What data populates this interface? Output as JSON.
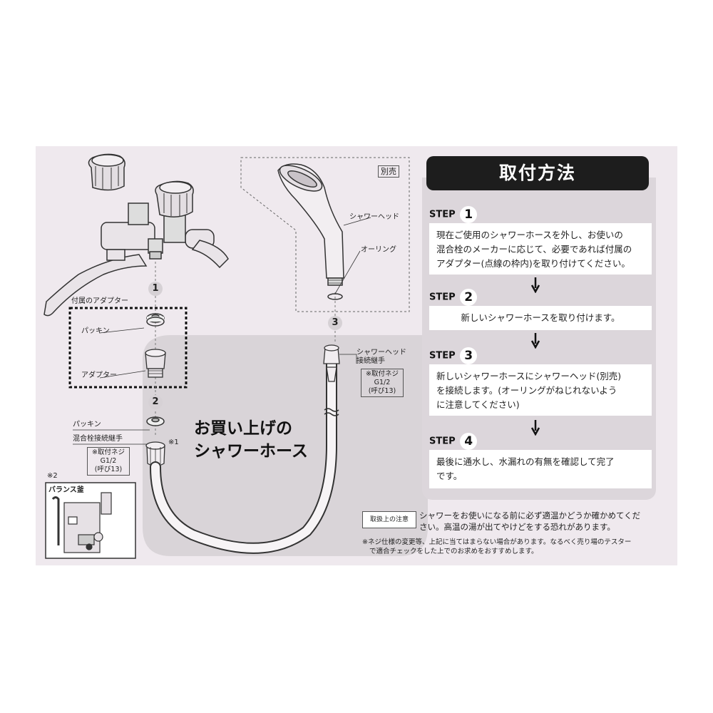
{
  "diagram": {
    "num1": "1",
    "num2": "2",
    "num3": "3",
    "adapter_set_label": "付属のアダプター",
    "packing_label_1": "パッキン",
    "adapter_label": "アダプター",
    "packing_label_2": "パッキン",
    "mixer_joint_label": "混合栓接続継手",
    "mixer_spec": [
      "※取付ネジ",
      "G1/2",
      "(呼び13)"
    ],
    "note_mark_1": "※1",
    "note_mark_2": "※2",
    "balance_label": "バランス釜",
    "sold_separately": "別売",
    "shower_head_label": "シャワーヘッド",
    "oring_label": "オーリング",
    "head_joint_label": [
      "シャワーヘッド",
      "接続継手"
    ],
    "head_spec": [
      "※取付ネジ",
      "G1/2",
      "(呼び13)"
    ],
    "hose_title": [
      "お買い上げの",
      "シャワーホース"
    ]
  },
  "steps_panel": {
    "title": "取付方法",
    "steps": [
      {
        "label": "STEP",
        "number": "1",
        "lines": [
          "現在ご使用のシャワーホースを外し、お使いの",
          "混合栓のメーカーに応じて、必要であれば付属の",
          "アダプター(点線の枠内)を取り付けてください。"
        ]
      },
      {
        "label": "STEP",
        "number": "2",
        "lines": [
          "新しいシャワーホースを取り付けます。"
        ]
      },
      {
        "label": "STEP",
        "number": "3",
        "lines": [
          "新しいシャワーホースにシャワーヘッド(別売)",
          "を接続します。(オーリングがねじれないよう",
          "に注意してください)"
        ]
      },
      {
        "label": "STEP",
        "number": "4",
        "lines": [
          "最後に通水し、水漏れの有無を確認して完了",
          "です。"
        ]
      }
    ]
  },
  "caution": {
    "tag": "取扱上の注意",
    "lines": [
      "シャワーをお使いになる前に必ず適温かどうか確かめてくだ",
      "さい。高温の湯が出てやけどをする恐れがあります。"
    ]
  },
  "note": {
    "lines": [
      "※ネジ仕様の変更等、上記に当てはまらない場合があります。なるべく売り場のテスター",
      "で適合チェックをした上でのお求めをおすすめします。"
    ]
  },
  "colors": {
    "background": "#efe9ee",
    "panel": "#dcd6db",
    "title_bar": "#1d1d1d"
  }
}
